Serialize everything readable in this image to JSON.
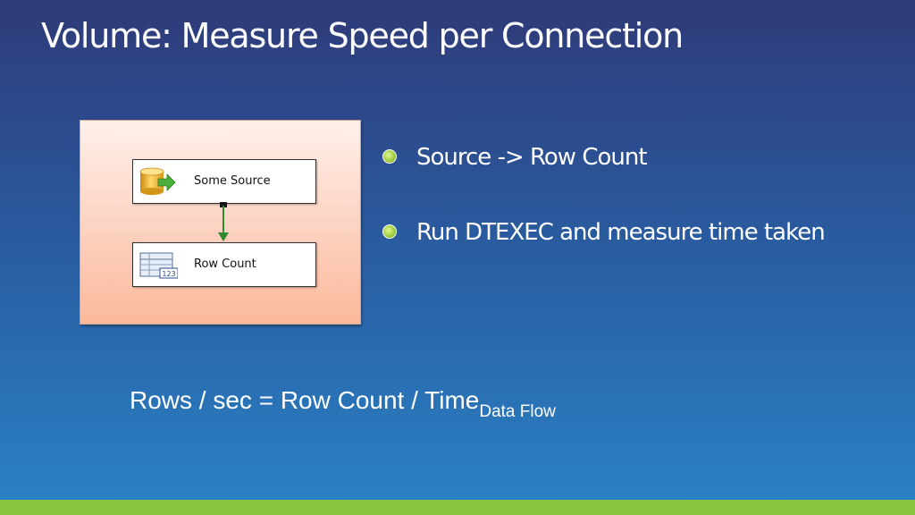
{
  "slide": {
    "title": "Volume: Measure Speed per Connection"
  },
  "diagram": {
    "source_task": {
      "label": "Some Source",
      "icon": "database-source-icon"
    },
    "count_task": {
      "label": "Row Count",
      "icon": "row-count-icon",
      "icon_text": "123"
    }
  },
  "bullets": [
    {
      "text": "Source -> Row Count"
    },
    {
      "text": "Run DTEXEC and measure time taken"
    }
  ],
  "formula": {
    "main": "Rows / sec = Row Count / Time",
    "subscript": "Data Flow"
  },
  "colors": {
    "background_top": "#2f3a78",
    "background_bottom": "#2a82c6",
    "accent_green": "#8cc63f",
    "diagram_fill": "#fcd1bf"
  }
}
